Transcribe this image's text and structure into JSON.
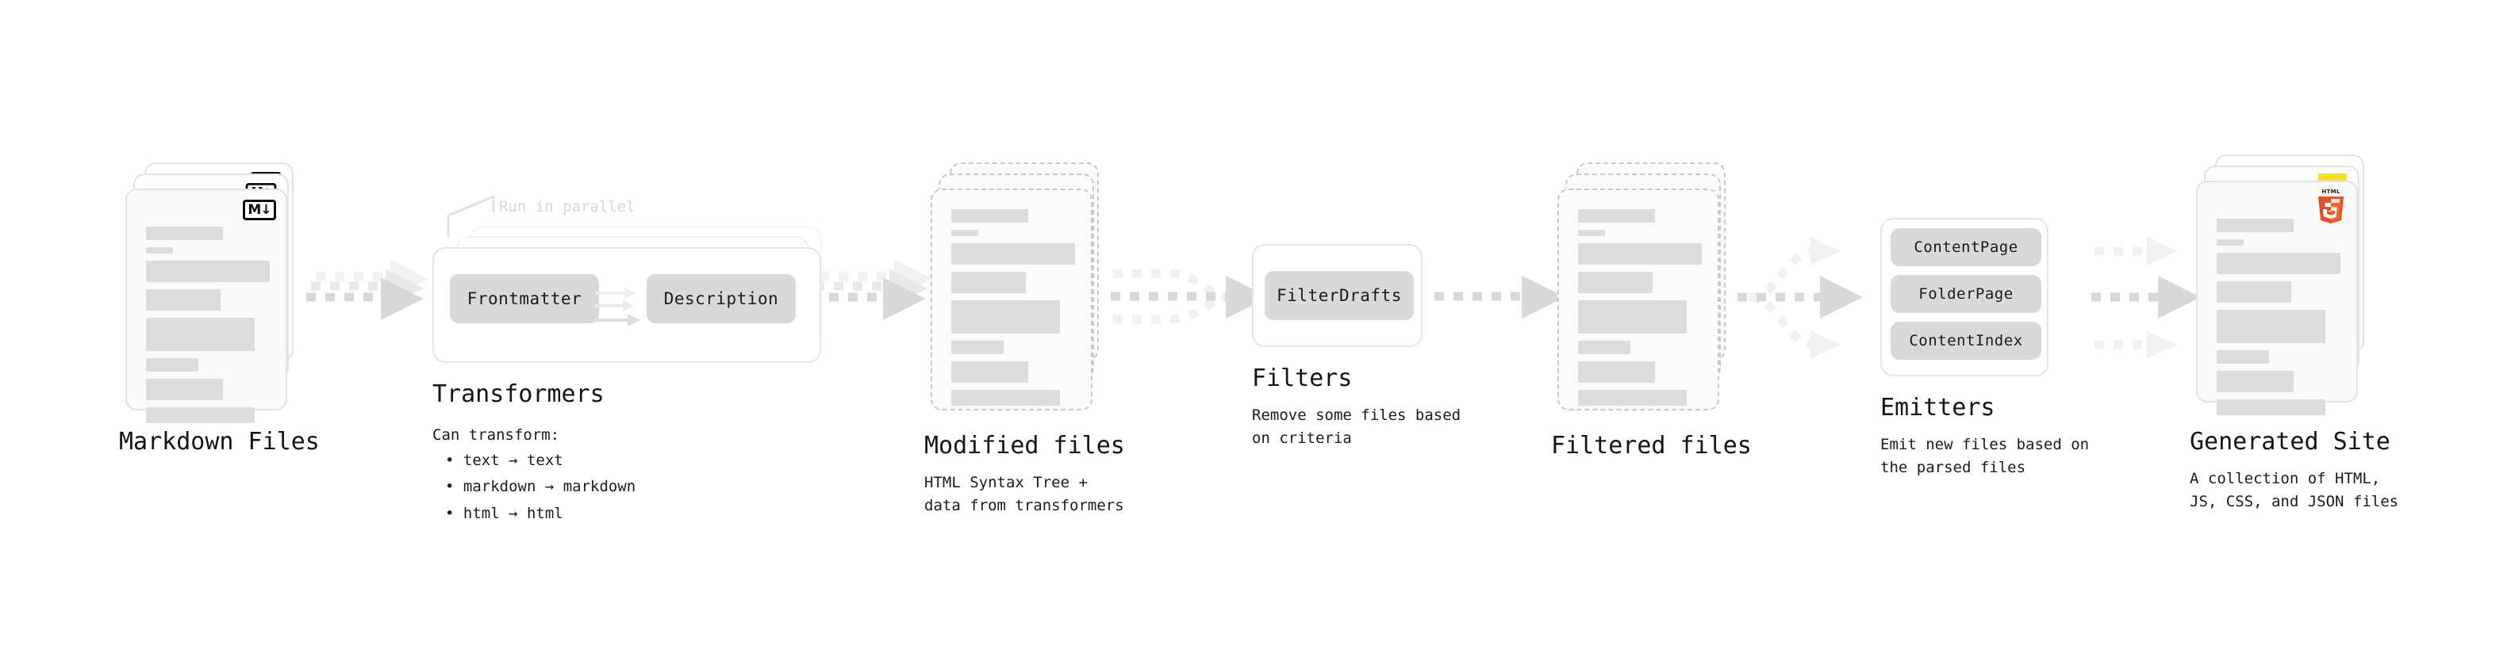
{
  "diagram": {
    "type": "pipeline-flow",
    "stages": [
      {
        "id": "markdown-files",
        "title": "Markdown Files",
        "subtitle": "",
        "icon": "markdown-badge",
        "badge_text": "M",
        "visual": "stacked-document-cards"
      },
      {
        "id": "transformers",
        "title": "Transformers",
        "subtitle": "Can transform:",
        "bullets": [
          "text → text",
          "markdown → markdown",
          "html → html"
        ],
        "annotation": "Run in parallel",
        "chips": [
          "Frontmatter",
          "Description"
        ],
        "visual": "stacked-group-boxes"
      },
      {
        "id": "modified-files",
        "title": "Modified files",
        "subtitle": "HTML Syntax Tree +\ndata from transformers",
        "visual": "stacked-dashed-document-cards"
      },
      {
        "id": "filters",
        "title": "Filters",
        "subtitle": "Remove some files based\non criteria",
        "chips": [
          "FilterDrafts"
        ],
        "visual": "group-box"
      },
      {
        "id": "filtered-files",
        "title": "Filtered files",
        "subtitle": "",
        "visual": "stacked-dashed-document-cards"
      },
      {
        "id": "emitters",
        "title": "Emitters",
        "subtitle": "Emit new files based on\nthe parsed files",
        "chips": [
          "ContentPage",
          "FolderPage",
          "ContentIndex"
        ],
        "visual": "group-box"
      },
      {
        "id": "generated-site",
        "title": "Generated Site",
        "subtitle": "A collection of HTML,\nJS, CSS, and JSON files",
        "icons": [
          "html5-logo",
          "js-logo",
          "css3-logo"
        ],
        "visual": "stacked-document-cards"
      }
    ],
    "connectors": [
      {
        "from": "markdown-files",
        "to": "transformers",
        "style": "dotted-arrow-stack"
      },
      {
        "from": "transformers",
        "to": "modified-files",
        "style": "dotted-arrow-stack"
      },
      {
        "from": "modified-files",
        "to": "filters",
        "style": "dotted-arrow-merge"
      },
      {
        "from": "filters",
        "to": "filtered-files",
        "style": "dotted-arrow"
      },
      {
        "from": "filtered-files",
        "to": "emitters",
        "style": "dotted-arrow-split"
      },
      {
        "from": "emitters",
        "to": "generated-site",
        "style": "dotted-arrow-split"
      }
    ]
  },
  "colors": {
    "background": "#ffffff",
    "card_fill": "#fafafa",
    "card_border": "#e3e3e3",
    "dashed_border": "#c8c8c8",
    "placeholder_line": "#dcdcdc",
    "chip_fill": "#d9d9d9",
    "arrow": "#d8d8d8",
    "text": "#141414",
    "muted_text": "#d8d8d8",
    "html5_orange": "#e44d26",
    "html5_orange_light": "#f16529",
    "js_yellow": "#f7df1e",
    "css3_blue": "#1572b6"
  }
}
